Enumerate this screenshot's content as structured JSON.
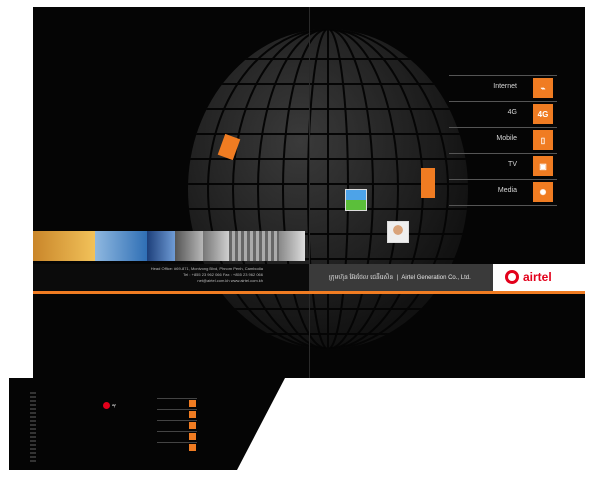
{
  "menu": [
    {
      "label": "Internet",
      "icon": "satellite-dish-icon",
      "glyph": "⌁"
    },
    {
      "label": "4G",
      "icon": "4g-icon",
      "glyph": "4G"
    },
    {
      "label": "Mobile",
      "icon": "mobile-phone-icon",
      "glyph": "▯"
    },
    {
      "label": "TV",
      "icon": "tv-icon",
      "glyph": "▣"
    },
    {
      "label": "Media",
      "icon": "film-reel-icon",
      "glyph": "✺"
    }
  ],
  "contact": {
    "line1": "Head Office: #69-871, Monivong Blvd, Phnom Penh, Cambodia",
    "line2": "Tel : +855 23 962 066  Fax : +855 23 962 066",
    "line3": "net@airtel.com.kh   www.airtel.com.kh"
  },
  "company": {
    "khmer": "ក្រុមហ៊ុន អ៊ែរថែល ជេនឺរេសិន",
    "separator": "|",
    "english": "Airtel Generation Co., Ltd."
  },
  "brand": {
    "name": "airtel",
    "color": "#e3001b"
  },
  "colors": {
    "accent": "#f07c22",
    "background": "#050505"
  }
}
